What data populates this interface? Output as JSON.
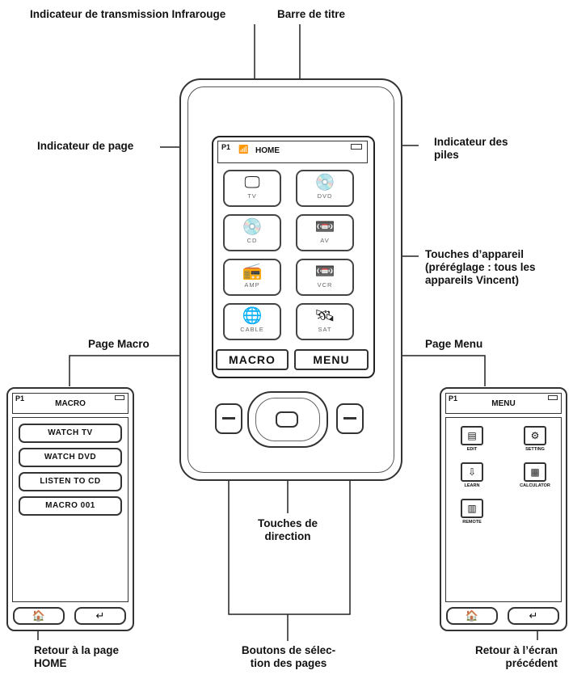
{
  "labels": {
    "ir_indicator": "Indicateur de transmission Infrarouge",
    "title_bar": "Barre de titre",
    "page_indicator": "Indicateur de page",
    "battery_indicator": "Indicateur des\npiles",
    "device_keys": "Touches d’appareil\n(préréglage : tous les\nappareils Vincent)",
    "macro_page": "Page Macro",
    "menu_page": "Page Menu",
    "direction_keys": "Touches de\ndirection",
    "back_home": "Retour à la page\nHOME",
    "page_select_buttons": "Boutons de sélec-\ntion des pages",
    "back_previous": "Retour à l’écran\nprécédent"
  },
  "remote": {
    "page_number": "P1",
    "title": "HOME",
    "devices": [
      {
        "icon": "tv-icon",
        "glyph": "🖵",
        "label": "TV"
      },
      {
        "icon": "dvd-icon",
        "glyph": "💿",
        "label": "DVD"
      },
      {
        "icon": "cd-icon",
        "glyph": "💿",
        "label": "CD"
      },
      {
        "icon": "av-icon",
        "glyph": "📼",
        "label": "AV"
      },
      {
        "icon": "amp-icon",
        "glyph": "📻",
        "label": "AMP"
      },
      {
        "icon": "vcr-icon",
        "glyph": "📼",
        "label": "VCR"
      },
      {
        "icon": "cable-icon",
        "glyph": "🌐",
        "label": "CABLE"
      },
      {
        "icon": "sat-icon",
        "glyph": "🛰",
        "label": "SAT"
      }
    ],
    "macro_button": "MACRO",
    "menu_button": "MENU"
  },
  "macro_panel": {
    "page_number": "P1",
    "title": "MACRO",
    "items": [
      "WATCH TV",
      "WATCH DVD",
      "LISTEN TO CD",
      "MACRO 001"
    ],
    "home_glyph": "🏠",
    "back_glyph": "↵"
  },
  "menu_panel": {
    "page_number": "P1",
    "title": "MENU",
    "items": [
      {
        "icon": "edit-icon",
        "glyph": "▤",
        "label": "EDIT"
      },
      {
        "icon": "setting-icon",
        "glyph": "⚙",
        "label": "SETTING"
      },
      {
        "icon": "learn-icon",
        "glyph": "⇩",
        "label": "LEARN"
      },
      {
        "icon": "calculator-icon",
        "glyph": "▦",
        "label": "CALCULATOR"
      },
      {
        "icon": "remote-icon",
        "glyph": "▥",
        "label": "REMOTE"
      }
    ],
    "home_glyph": "🏠",
    "back_glyph": "↵"
  }
}
